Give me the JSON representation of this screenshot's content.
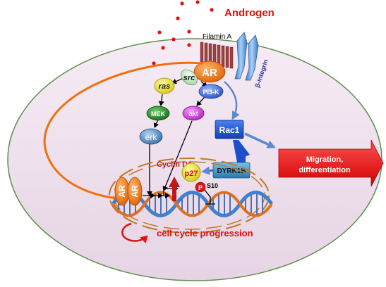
{
  "labels": {
    "androgen": "Androgen",
    "filamin_a": "Filamin A",
    "beta_integrin": "β-integrin",
    "ar": "AR",
    "src": "src",
    "ras": "ras",
    "pi3k": "PI3-K",
    "mek": "MEK",
    "akt": "akt",
    "erk": "erk",
    "rac1": "Rac1",
    "cyclin_d1": "Cyclin D1",
    "p27": "p27",
    "dyrk1b": "DYRK1B",
    "phospho": "P",
    "s10": "S10",
    "migration_line1": "Migration,",
    "migration_line2": "differentiation",
    "cell_cycle": "cell cycle progression",
    "nuclear_ar_1": "AR",
    "nuclear_ar_2": "AR"
  },
  "colors": {
    "cell_fill": "#efe0ee",
    "cell_border": "#5e8e4e",
    "ligand": "#e01010",
    "ar_orange": "#f07010",
    "filamin": "#a04040",
    "integrin": "#6aa0d8",
    "label_red": "#e01010",
    "ras_yellow": "#ece02a",
    "mek_green": "#2a8a2a",
    "pi3k_blue": "#3a6ad8",
    "akt_magenta": "#d040d8",
    "erk_blue": "#4a80b8",
    "rac1_blue": "#1a50c8",
    "dyrk1b_blue": "#3a8ab8",
    "p27_yellow": "#e8d020",
    "dna_blue": "#4080d0",
    "dna_orange": "#e07020",
    "nucleus_dash": "#b06820",
    "migration_red": "#e01010"
  }
}
